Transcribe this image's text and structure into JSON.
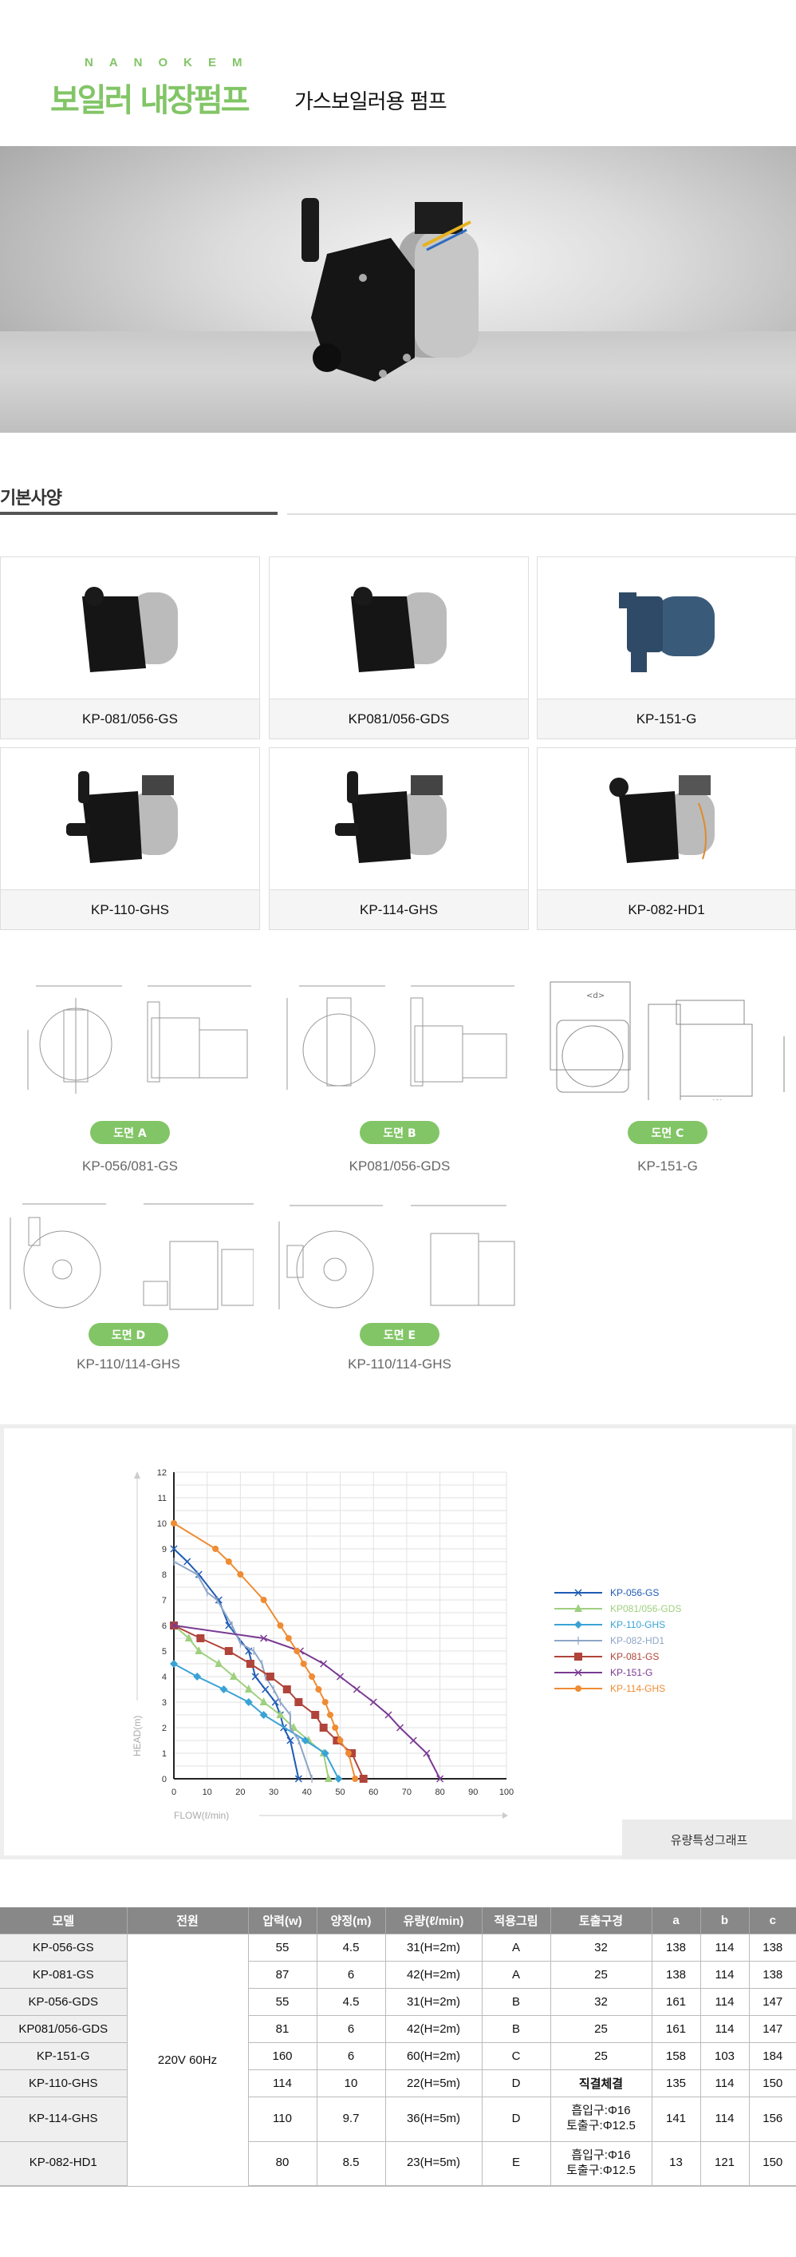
{
  "header": {
    "brand": "NANOKEM",
    "title": "보일러 내장펌프",
    "subtitle": "가스보일러용 펌프"
  },
  "section": {
    "title": "기본사양"
  },
  "products": [
    {
      "name": "KP-081/056-GS"
    },
    {
      "name": "KP081/056-GDS"
    },
    {
      "name": "KP-151-G"
    },
    {
      "name": "KP-110-GHS"
    },
    {
      "name": "KP-114-GHS"
    },
    {
      "name": "KP-082-HD1"
    }
  ],
  "drawings": [
    {
      "badge": "도면 A",
      "model": "KP-056/081-GS"
    },
    {
      "badge": "도면 B",
      "model": "KP081/056-GDS"
    },
    {
      "badge": "도면 C",
      "model": "KP-151-G"
    },
    {
      "badge": "도면 D",
      "model": "KP-110/114-GHS"
    },
    {
      "badge": "도면 E",
      "model": "KP-110/114-GHS"
    }
  ],
  "chart_caption": "유량특성그래프",
  "chart_data": {
    "type": "line",
    "title": "유량특성그래프",
    "xlabel": "FLOW(ℓ/min)",
    "ylabel": "HEAD(m)",
    "xlim": [
      0,
      100
    ],
    "ylim": [
      0,
      12
    ],
    "xticks": [
      0,
      10,
      20,
      30,
      40,
      50,
      60,
      70,
      80,
      90,
      100
    ],
    "yticks": [
      0,
      1,
      2,
      3,
      4,
      5,
      6,
      7,
      8,
      9,
      10,
      11,
      12
    ],
    "grid": true,
    "legend_position": "right",
    "series": [
      {
        "name": "KP-056-GS",
        "color": "#1f5bb5",
        "marker": "x",
        "points": [
          [
            0,
            9
          ],
          [
            4,
            8.5
          ],
          [
            7.5,
            8
          ],
          [
            13.5,
            7
          ],
          [
            16.5,
            6
          ],
          [
            22.5,
            5
          ],
          [
            24.5,
            4
          ],
          [
            27.5,
            3.5
          ],
          [
            30.5,
            3
          ],
          [
            32,
            2.5
          ],
          [
            33,
            2
          ],
          [
            35,
            1.5
          ],
          [
            37.5,
            0
          ]
        ]
      },
      {
        "name": "KP081/056-GDS",
        "color": "#9fd07f",
        "marker": "triangle",
        "points": [
          [
            0,
            6
          ],
          [
            4.5,
            5.5
          ],
          [
            7.5,
            5
          ],
          [
            13.5,
            4.5
          ],
          [
            18,
            4
          ],
          [
            22.5,
            3.5
          ],
          [
            27,
            3
          ],
          [
            32,
            2.5
          ],
          [
            36,
            2
          ],
          [
            40.5,
            1.5
          ],
          [
            45,
            1
          ],
          [
            46.5,
            0
          ]
        ]
      },
      {
        "name": "KP-110-GHS",
        "color": "#3aa3d6",
        "marker": "diamond",
        "points": [
          [
            0,
            4.5
          ],
          [
            7,
            4
          ],
          [
            15,
            3.5
          ],
          [
            22.5,
            3
          ],
          [
            27,
            2.5
          ],
          [
            39.5,
            1.5
          ],
          [
            45.5,
            1
          ],
          [
            49.5,
            0
          ]
        ]
      },
      {
        "name": "KP-082-HD1",
        "color": "#8ea5c8",
        "marker": "plus",
        "points": [
          [
            0,
            8.5
          ],
          [
            7,
            8
          ],
          [
            10,
            7.3
          ],
          [
            13,
            7
          ],
          [
            17.5,
            6
          ],
          [
            20,
            5.3
          ],
          [
            24,
            5
          ],
          [
            26.5,
            4.5
          ],
          [
            27.5,
            4
          ],
          [
            30,
            3.5
          ],
          [
            32,
            3
          ],
          [
            35,
            2.5
          ],
          [
            35,
            2
          ],
          [
            37.5,
            1.5
          ],
          [
            41.5,
            0
          ]
        ]
      },
      {
        "name": "KP-081-GS",
        "color": "#b0443a",
        "marker": "square",
        "points": [
          [
            0,
            6
          ],
          [
            8,
            5.5
          ],
          [
            16.5,
            5
          ],
          [
            23,
            4.5
          ],
          [
            29,
            4
          ],
          [
            34,
            3.5
          ],
          [
            37.5,
            3
          ],
          [
            42.5,
            2.5
          ],
          [
            45,
            2
          ],
          [
            49,
            1.5
          ],
          [
            53.5,
            1
          ],
          [
            57,
            0
          ]
        ]
      },
      {
        "name": "KP-151-G",
        "color": "#7a3a93",
        "marker": "x",
        "points": [
          [
            0,
            6
          ],
          [
            27,
            5.5
          ],
          [
            38,
            5
          ],
          [
            45,
            4.5
          ],
          [
            50,
            4
          ],
          [
            55,
            3.5
          ],
          [
            60,
            3
          ],
          [
            64.5,
            2.5
          ],
          [
            68,
            2
          ],
          [
            72,
            1.5
          ],
          [
            76,
            1
          ],
          [
            80,
            0
          ]
        ]
      },
      {
        "name": "KP-114-GHS",
        "color": "#ef8c33",
        "marker": "circle",
        "points": [
          [
            0,
            10
          ],
          [
            12.5,
            9
          ],
          [
            16.5,
            8.5
          ],
          [
            20,
            8
          ],
          [
            27,
            7
          ],
          [
            32,
            6
          ],
          [
            34.5,
            5.5
          ],
          [
            37,
            5
          ],
          [
            39,
            4.5
          ],
          [
            41.5,
            4
          ],
          [
            43.5,
            3.5
          ],
          [
            45.5,
            3
          ],
          [
            47,
            2.5
          ],
          [
            48.5,
            2
          ],
          [
            50,
            1.5
          ],
          [
            52.5,
            1
          ],
          [
            54.5,
            0
          ]
        ]
      }
    ]
  },
  "table": {
    "headers": [
      "모델",
      "전원",
      "압력(w)",
      "양정(m)",
      "유량(ℓ/min)",
      "적용그림",
      "토출구경",
      "a",
      "b",
      "c"
    ],
    "power": "220V 60Hz",
    "rows": [
      {
        "model": "KP-056-GS",
        "watt": "55",
        "head": "4.5",
        "flow": "31(H=2m)",
        "fig": "A",
        "outlet": "32",
        "a": "138",
        "b": "114",
        "c": "138"
      },
      {
        "model": "KP-081-GS",
        "watt": "87",
        "head": "6",
        "flow": "42(H=2m)",
        "fig": "A",
        "outlet": "25",
        "a": "138",
        "b": "114",
        "c": "138"
      },
      {
        "model": "KP-056-GDS",
        "watt": "55",
        "head": "4.5",
        "flow": "31(H=2m)",
        "fig": "B",
        "outlet": "32",
        "a": "161",
        "b": "114",
        "c": "147"
      },
      {
        "model": "KP081/056-GDS",
        "watt": "81",
        "head": "6",
        "flow": "42(H=2m)",
        "fig": "B",
        "outlet": "25",
        "a": "161",
        "b": "114",
        "c": "147"
      },
      {
        "model": "KP-151-G",
        "watt": "160",
        "head": "6",
        "flow": "60(H=2m)",
        "fig": "C",
        "outlet": "25",
        "a": "158",
        "b": "103",
        "c": "184"
      },
      {
        "model": "KP-110-GHS",
        "watt": "114",
        "head": "10",
        "flow": "22(H=5m)",
        "fig": "D",
        "outlet": "직결체결",
        "a": "135",
        "b": "114",
        "c": "150"
      },
      {
        "model": "KP-114-GHS",
        "watt": "110",
        "head": "9.7",
        "flow": "36(H=5m)",
        "fig": "D",
        "outlet": "흡입구:Φ16",
        "outlet2": "토출구:Φ12.5",
        "a": "141",
        "b": "114",
        "c": "156"
      },
      {
        "model": "KP-082-HD1",
        "watt": "80",
        "head": "8.5",
        "flow": "23(H=5m)",
        "fig": "E",
        "outlet": "흡입구:Φ16",
        "outlet2": "토출구:Φ12.5",
        "a": "13",
        "b": "121",
        "c": "150"
      }
    ]
  }
}
